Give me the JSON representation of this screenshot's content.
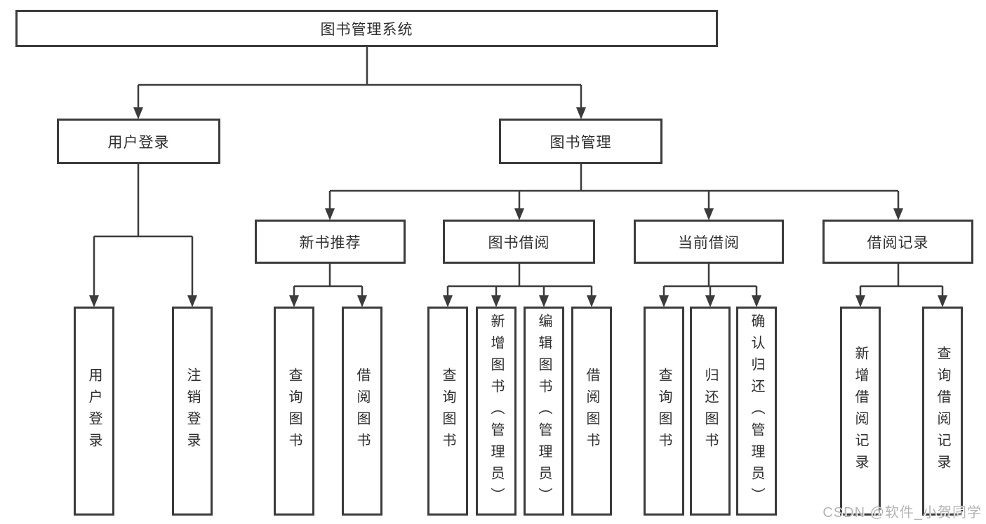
{
  "diagram": {
    "root": {
      "label": "图书管理系统"
    },
    "branches": [
      {
        "label": "用户登录",
        "leaves": [
          {
            "label": "用户登录"
          },
          {
            "label": "注销登录"
          }
        ]
      },
      {
        "label": "图书管理",
        "groups": [
          {
            "label": "新书推荐",
            "leaves": [
              {
                "label": "查询图书"
              },
              {
                "label": "借阅图书"
              }
            ]
          },
          {
            "label": "图书借阅",
            "leaves": [
              {
                "label": "查询图书"
              },
              {
                "label": "新增图书（管理员）"
              },
              {
                "label": "编辑图书（管理员）"
              },
              {
                "label": "借阅图书"
              }
            ]
          },
          {
            "label": "当前借阅",
            "leaves": [
              {
                "label": "查询图书"
              },
              {
                "label": "归还图书"
              },
              {
                "label": "确认归还（管理员）"
              }
            ]
          },
          {
            "label": "借阅记录",
            "leaves": [
              {
                "label": "新增借阅记录"
              },
              {
                "label": "查询借阅记录"
              }
            ]
          }
        ]
      }
    ]
  },
  "colors": {
    "line": "#3b3b3b",
    "text": "#2e2e2e",
    "watermark": "#b5b5b5",
    "background": "#ffffff"
  },
  "watermark": {
    "text": "CSDN @软件_小贺同学"
  }
}
